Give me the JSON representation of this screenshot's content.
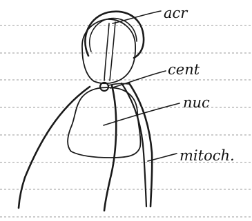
{
  "labels": {
    "acr": "acr",
    "cent": "cent",
    "nuc": "nuc",
    "mitoch": "mitoch."
  },
  "colors": {
    "paper": "#ffffff",
    "ink": "#1a1a1a",
    "rule": "#9a9a9a"
  }
}
